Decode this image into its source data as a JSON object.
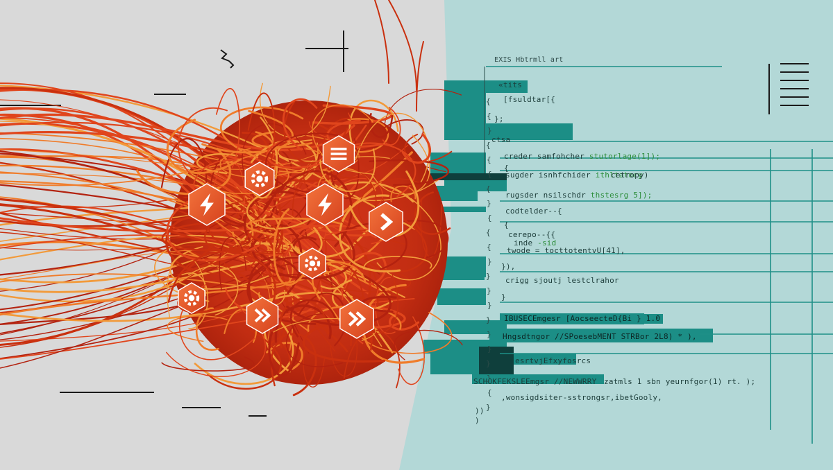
{
  "title": "ЮЗЗ Июклий акт",
  "code": {
    "header": "EXIS Hbtrmll art",
    "lines": [
      {
        "text": "«tits",
        "hl": ""
      },
      {
        "text": "[fsuldtar[{",
        "hl": ""
      },
      {
        "text": "};",
        "hl": ""
      },
      {
        "text": "ctsa",
        "hl": ""
      },
      {
        "text": "creder samfohcher",
        "hl": "stutorlage(1]);"
      },
      {
        "text": "{",
        "hl": ""
      },
      {
        "text": "sugder isnhfchider",
        "hl": "ithltatory"
      },
      {
        "text": "cetropy)",
        "hl": ""
      },
      {
        "text": "rugsder nsilschdr",
        "hl": "thstesrg 5]);"
      },
      {
        "text": "codtelder--{",
        "hl": ""
      },
      {
        "text": "{",
        "hl": ""
      },
      {
        "text": "cerepo--{{",
        "hl": ""
      },
      {
        "text": "inde",
        "hl": "-sid"
      },
      {
        "text": "twode = tocttotentvU[41],",
        "hl": ""
      },
      {
        "text": "}),",
        "hl": ""
      },
      {
        "text": "crigg sjoutj lestclrahor",
        "hl": ""
      },
      {
        "text": "}",
        "hl": ""
      },
      {
        "text": "IBUSECEmgesr [AocseecteD{Bi } 1.0",
        "hl": ""
      },
      {
        "text": "Hngsdtngor //SPoesebMENT STRBor 2L8) * ),",
        "hl": ""
      },
      {
        "text": "esrtvjEfxyfosrcs",
        "hl": ""
      },
      {
        "text": "SCHOKFEKSLEEmgsr //NEWWRRY",
        "hl": ""
      },
      {
        "text": "zatmls 1 sbn yeurnfgor(1) rt. );",
        "hl": ""
      },
      {
        "text": ",wonsigdsiter-sstrongsr,ibetGooly,",
        "hl": ""
      },
      {
        "text": "))",
        "hl": ""
      },
      {
        "text": ")",
        "hl": ""
      }
    ],
    "gutter": [
      "{",
      "{",
      "}",
      "{",
      "{",
      "{",
      "{",
      "}",
      "{",
      "{",
      "{",
      "}",
      "}",
      "}",
      "}",
      "}",
      "}",
      "}",
      "}",
      "}",
      "{",
      "}"
    ]
  },
  "badges": [
    {
      "icon": "bolt-icon"
    },
    {
      "icon": "gear-icon"
    },
    {
      "icon": "menu-icon"
    },
    {
      "icon": "bolt-icon"
    },
    {
      "icon": "chevron-right-icon"
    },
    {
      "icon": "gear-icon"
    },
    {
      "icon": "gear-icon"
    },
    {
      "icon": "double-chevron-icon"
    },
    {
      "icon": "double-chevron-icon"
    }
  ],
  "colors": {
    "left_bg": "#d9d9d9",
    "right_bg": "#b3d8d7",
    "teal": "#1e8f87",
    "wire_dark": "#b3220f",
    "wire_mid": "#e0451c",
    "wire_light": "#f07c2a",
    "badge": "#e8552a"
  }
}
